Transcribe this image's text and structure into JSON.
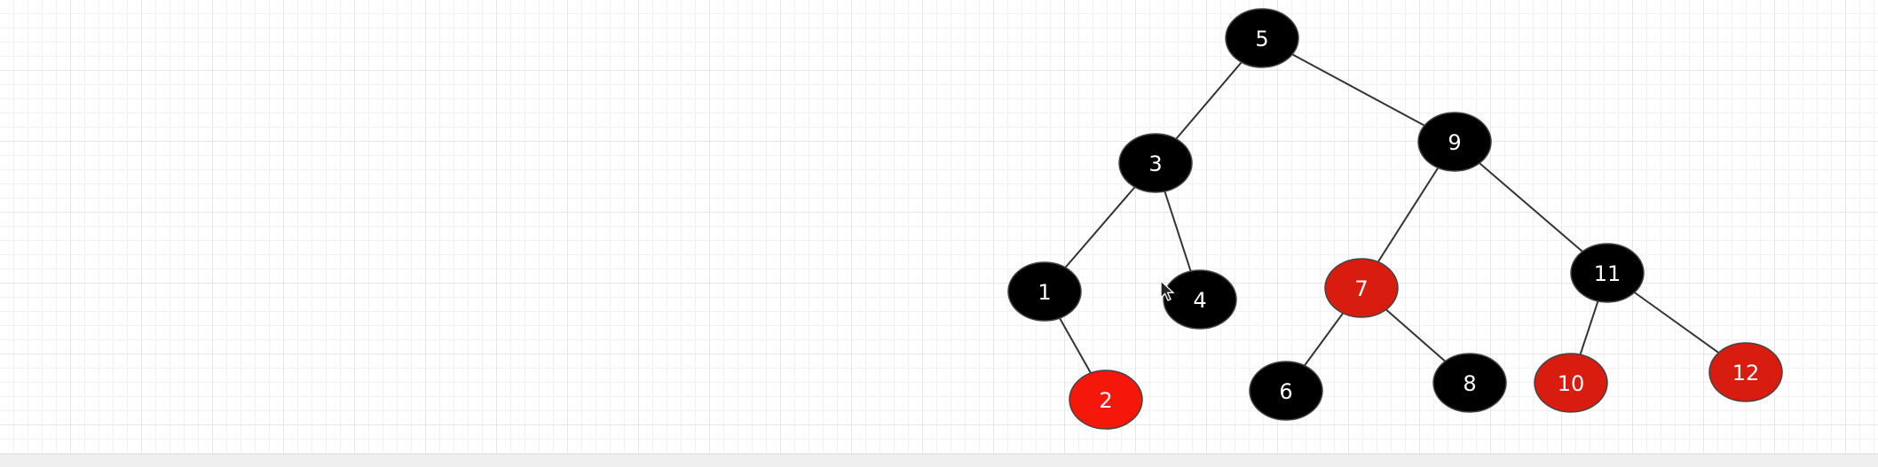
{
  "diagram": {
    "type": "red-black-tree",
    "colors": {
      "black_node": "#000000",
      "red_node": "#d81c10",
      "red_node_bright": "#f5170a",
      "text": "#ffffff",
      "edge": "#333333",
      "grid": "#e6e6e6"
    },
    "nodes": [
      {
        "id": "n5",
        "label": "5",
        "color": "black"
      },
      {
        "id": "n3",
        "label": "3",
        "color": "black"
      },
      {
        "id": "n9",
        "label": "9",
        "color": "black"
      },
      {
        "id": "n1",
        "label": "1",
        "color": "black"
      },
      {
        "id": "n4",
        "label": "4",
        "color": "black"
      },
      {
        "id": "n7",
        "label": "7",
        "color": "red"
      },
      {
        "id": "n11",
        "label": "11",
        "color": "black"
      },
      {
        "id": "n2",
        "label": "2",
        "color": "red"
      },
      {
        "id": "n6",
        "label": "6",
        "color": "black"
      },
      {
        "id": "n8",
        "label": "8",
        "color": "black"
      },
      {
        "id": "n10",
        "label": "10",
        "color": "red"
      },
      {
        "id": "n12",
        "label": "12",
        "color": "red"
      }
    ],
    "edges": [
      [
        "n5",
        "n3"
      ],
      [
        "n5",
        "n9"
      ],
      [
        "n3",
        "n1"
      ],
      [
        "n3",
        "n4"
      ],
      [
        "n1",
        "n2"
      ],
      [
        "n9",
        "n7"
      ],
      [
        "n9",
        "n11"
      ],
      [
        "n7",
        "n6"
      ],
      [
        "n7",
        "n8"
      ],
      [
        "n11",
        "n10"
      ],
      [
        "n11",
        "n12"
      ]
    ]
  }
}
